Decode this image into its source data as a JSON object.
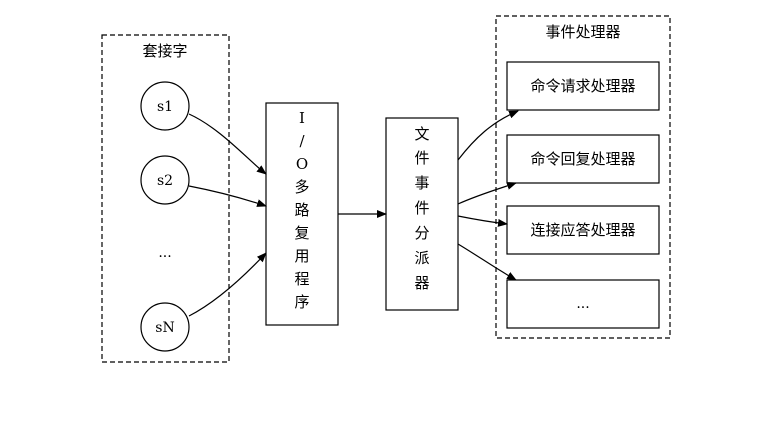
{
  "diagram": {
    "sockets_cluster": {
      "label": "套接字"
    },
    "sockets": [
      {
        "id": "s1",
        "label": "s1"
      },
      {
        "id": "s2",
        "label": "s2"
      },
      {
        "id": "dots",
        "label": "..."
      },
      {
        "id": "sN",
        "label": "sN"
      }
    ],
    "io_multiplexer": {
      "chars": [
        "I",
        "/",
        "O",
        "多",
        "路",
        "复",
        "用",
        "程",
        "序"
      ]
    },
    "dispatcher": {
      "chars": [
        "文",
        "件",
        "事",
        "件",
        "分",
        "派",
        "器"
      ]
    },
    "handlers_cluster": {
      "label": "事件处理器"
    },
    "handlers": [
      {
        "id": "accept",
        "label": "命令请求处理器"
      },
      {
        "id": "reply",
        "label": "命令回复处理器"
      },
      {
        "id": "connect",
        "label": "连接应答处理器"
      },
      {
        "id": "more",
        "label": "..."
      }
    ]
  }
}
